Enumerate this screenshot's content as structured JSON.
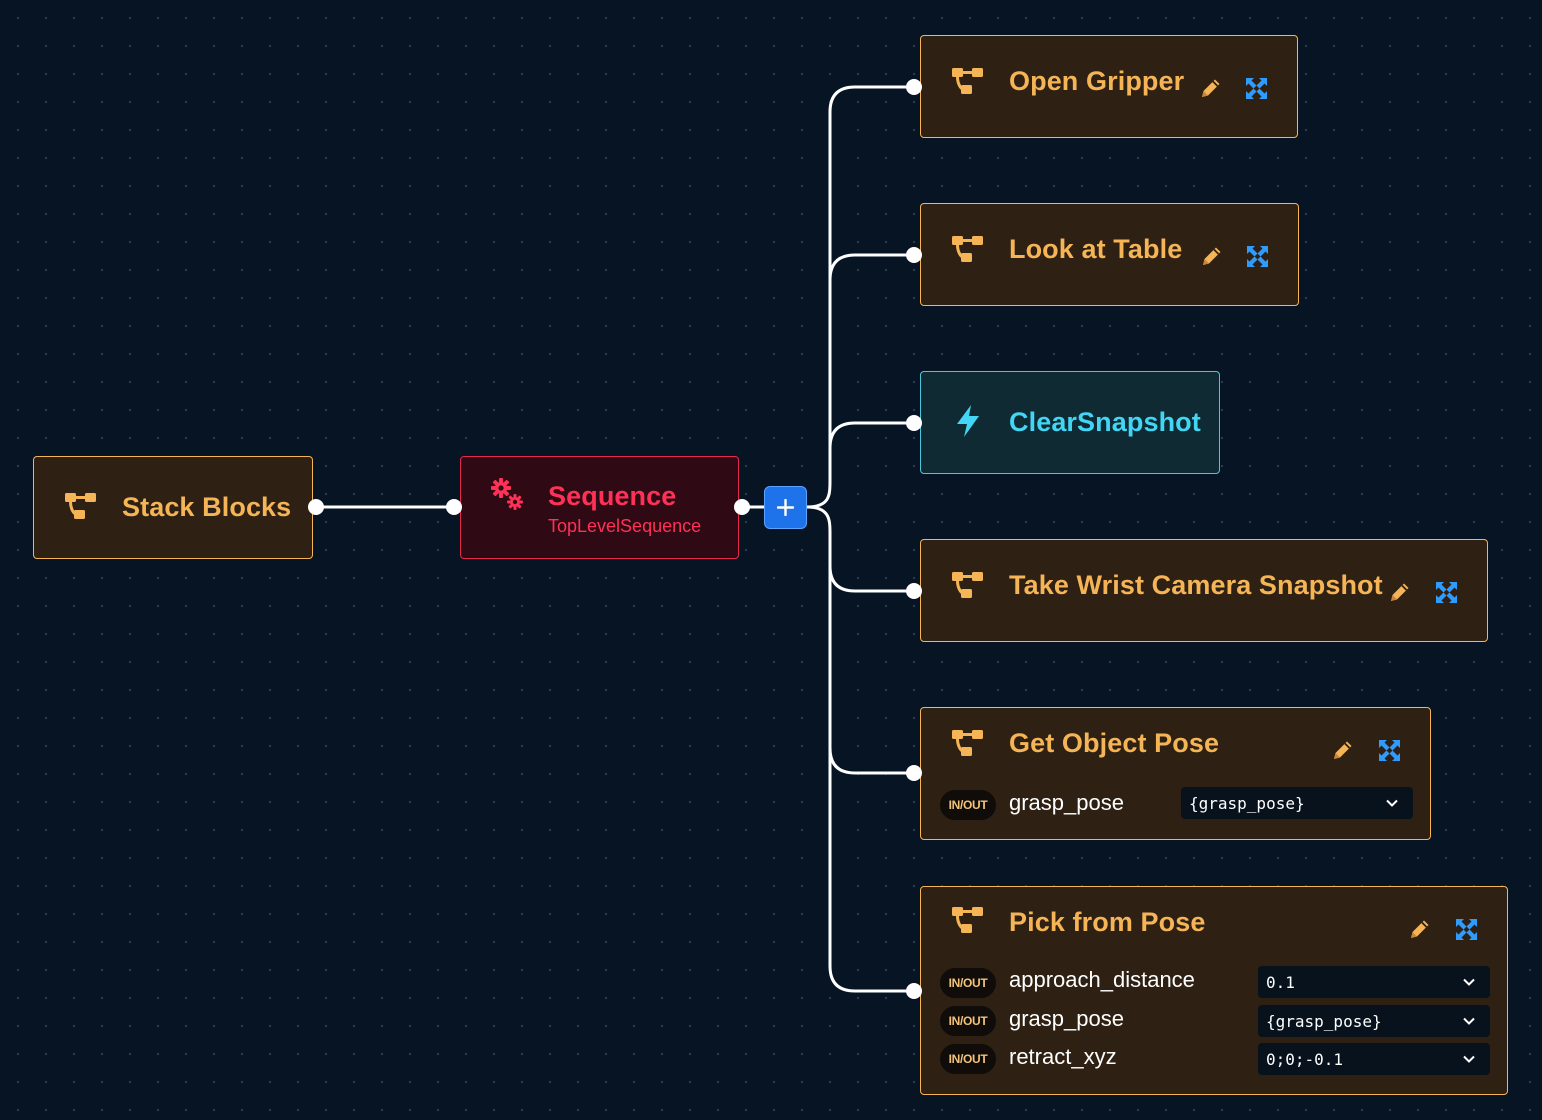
{
  "root": {
    "title": "Stack Blocks",
    "icon": "subtree-icon"
  },
  "sequence": {
    "title": "Sequence",
    "subtitle": "TopLevelSequence",
    "icon": "gears-icon"
  },
  "add_button": {
    "label": "+",
    "icon": "plus-icon"
  },
  "children": [
    {
      "title": "Open Gripper",
      "type": "subtree",
      "icon": "subtree-icon"
    },
    {
      "title": "Look at Table",
      "type": "subtree",
      "icon": "subtree-icon"
    },
    {
      "title": "ClearSnapshot",
      "type": "action",
      "icon": "lightning-icon"
    },
    {
      "title": "Take Wrist Camera Snapshot",
      "type": "subtree",
      "icon": "subtree-icon"
    },
    {
      "title": "Get Object Pose",
      "type": "subtree",
      "icon": "subtree-icon",
      "ports": [
        {
          "badge": "IN/OUT",
          "name": "grasp_pose",
          "value": "{grasp_pose}"
        }
      ]
    },
    {
      "title": "Pick from Pose",
      "type": "subtree",
      "icon": "subtree-icon",
      "ports": [
        {
          "badge": "IN/OUT",
          "name": "approach_distance",
          "value": "0.1"
        },
        {
          "badge": "IN/OUT",
          "name": "grasp_pose",
          "value": "{grasp_pose}"
        },
        {
          "badge": "IN/OUT",
          "name": "retract_xyz",
          "value": "0;0;-0.1"
        }
      ]
    }
  ],
  "colors": {
    "background": "#061423",
    "subtree_border": "#f5b456",
    "subtree_fill": "#2e2012",
    "sequence_accent": "#ff3157",
    "action_accent": "#42d6f4",
    "tool_accent": "#2e9bff",
    "add_button": "#1f73ea"
  }
}
